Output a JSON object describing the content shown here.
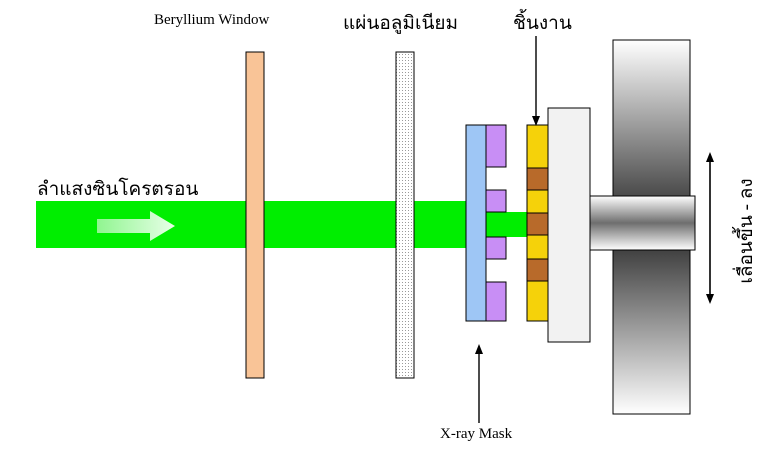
{
  "labels": {
    "beam": "ลำแสงซินโครตรอน",
    "beryllium": "Beryllium Window",
    "aluminum": "แผ่นอลูมิเนียม",
    "workpiece": "ชิ้นงาน",
    "mask": "X-ray Mask",
    "motion": "เลื่อนขึ้น - ลง"
  },
  "colors": {
    "beam": "#00ee00",
    "beam_arrow": "#ccffcc",
    "beryllium": "#f9c497",
    "aluminum": "#e6e6e6",
    "mask_membrane": "#9ec6f5",
    "mask_absorber": "#c88ef5",
    "resist": "#f5d20a",
    "exposed": "#b86a2a",
    "substrate": "#f2f2f2"
  },
  "icons": {
    "arrow_beam": "right-arrow-icon",
    "motion_arrow": "up-down-arrow-icon"
  }
}
